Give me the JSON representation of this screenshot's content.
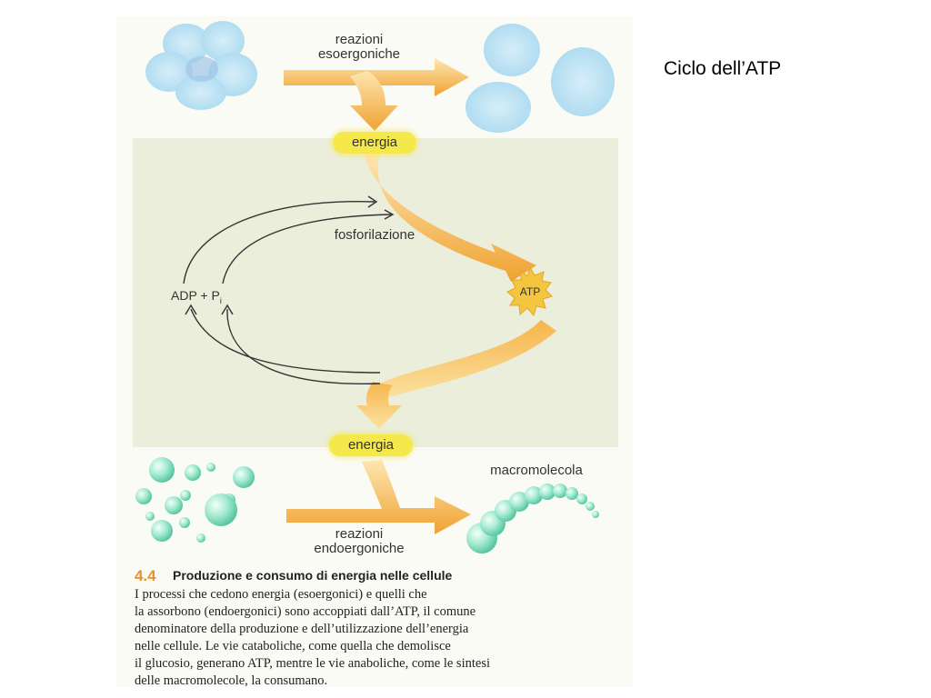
{
  "slide": {
    "title": "Ciclo dell’ATP"
  },
  "diagram": {
    "top_reaction": {
      "line1": "reazioni",
      "line2": "esoergoniche"
    },
    "energy_top": "energia",
    "phosphorylation": "fosforilazione",
    "adp": "ADP + P",
    "adp_sub": "i",
    "atp": "ATP",
    "energy_bottom": "energia",
    "macromolecule": "macromolecola",
    "bottom_reaction": {
      "line1": "reazioni",
      "line2": "endoergoniche"
    }
  },
  "caption": {
    "number": "4.4",
    "title": "Produzione e consumo di energia nelle cellule",
    "lines": [
      "I processi che cedono energia (esoergonici) e quelli che",
      "la assorbono (endoergonici) sono accoppiati dall’ATP, il comune",
      "denominatore della produzione e dell’utilizzazione dell’energia",
      "nelle cellule. Le vie cataboliche, come quella che demolisce",
      "il glucosio, generano ATP, mentre le vie anaboliche, come le sintesi",
      "delle macromolecole, la consumano."
    ]
  },
  "colors": {
    "arrow": "#f2a93a",
    "pill": "#f4e84a",
    "blob_light": "#bfe4f4",
    "sphere": "#8ee0c4",
    "caption_number": "#e8902a"
  }
}
